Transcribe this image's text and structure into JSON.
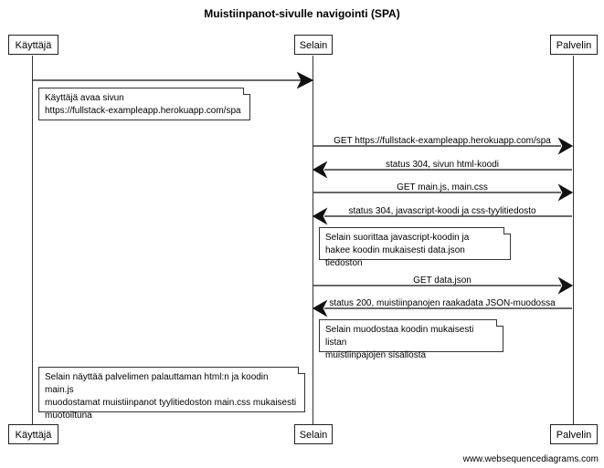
{
  "title": "Muistiinpanot-sivulle navigointi (SPA)",
  "participants": [
    {
      "name": "Käyttäjä"
    },
    {
      "name": "Selain"
    },
    {
      "name": "Palvelin"
    }
  ],
  "messages": [
    {
      "text": ""
    },
    {
      "text": "GET https://fullstack-exampleapp.herokuapp.com/spa"
    },
    {
      "text": "status 304, sivun html-koodi"
    },
    {
      "text": "GET main.js, main.css"
    },
    {
      "text": "status 304, javascript-koodi ja css-tyylitiedosto"
    },
    {
      "text": "GET data.json"
    },
    {
      "text": "status 200, muistiinpanojen raakadata JSON-muodossa"
    }
  ],
  "notes": [
    {
      "text": "Käyttäjä avaa sivun\nhttps://fullstack-exampleapp.herokuapp.com/spa"
    },
    {
      "text": "Selain suorittaa javascript-koodin ja\nhakee koodin mukaisesti data.json tiedoston"
    },
    {
      "text": "Selain muodostaa koodin mukaisesti listan\nmuistiinpajojen sisällöstä"
    },
    {
      "text": "Selain näyttää palvelimen palauttaman html:n ja koodin main.js\nmuodostamat muistiinpanot tyylitiedoston main.css mukaisesti\nmuotoiltuna"
    }
  ],
  "footer": "www.websequencediagrams.com"
}
